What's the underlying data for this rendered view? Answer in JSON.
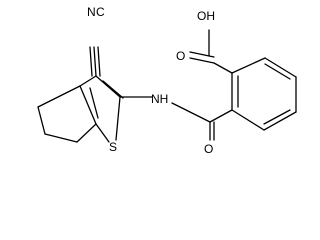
{
  "atoms": {
    "n_nitrile": "N",
    "c_nitrile": "C",
    "oh": "OH",
    "nh": "NH",
    "s": "S",
    "o_amide": "O",
    "o_carbonyl": "O"
  },
  "colors": {
    "bond": "#000000",
    "text": "#000000",
    "background": "#ffffff"
  }
}
